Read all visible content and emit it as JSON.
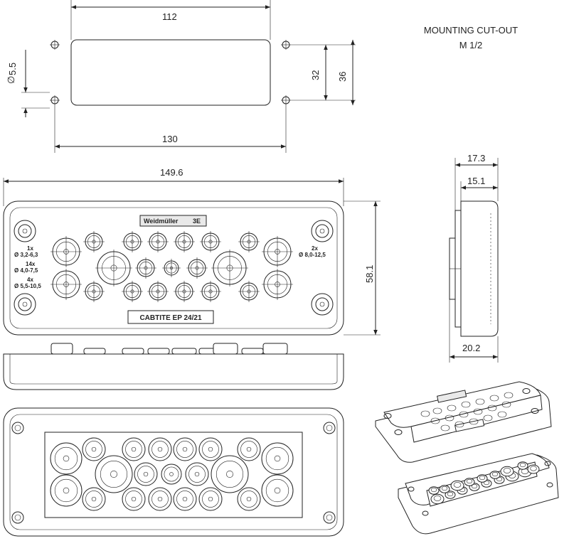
{
  "header": {
    "title_line1": "MOUNTING CUT-OUT",
    "title_line2": "M 1/2"
  },
  "dimensions": {
    "cutout_width": "112",
    "hole_spacing_horizontal": "130",
    "cutout_height": "32",
    "hole_spacing_vertical": "36",
    "hole_diameter": "5.5",
    "overall_width": "149.6",
    "overall_height": "58.1",
    "side_depth_total": "17.3",
    "side_depth_inner": "15.1",
    "side_base_width": "20.2"
  },
  "front_view": {
    "brand": "Weidmüller",
    "brand_mark": "3E",
    "model": "CABTITE EP 24/21",
    "left_legend": [
      {
        "count": "1x",
        "range": "Ø 3,2-6,3"
      },
      {
        "count": "14x",
        "range": "Ø 4,0-7,5"
      },
      {
        "count": "4x",
        "range": "Ø 5,5-10,5"
      }
    ],
    "right_legend": [
      {
        "count": "2x",
        "range": "Ø 8,0-12,5"
      }
    ]
  }
}
